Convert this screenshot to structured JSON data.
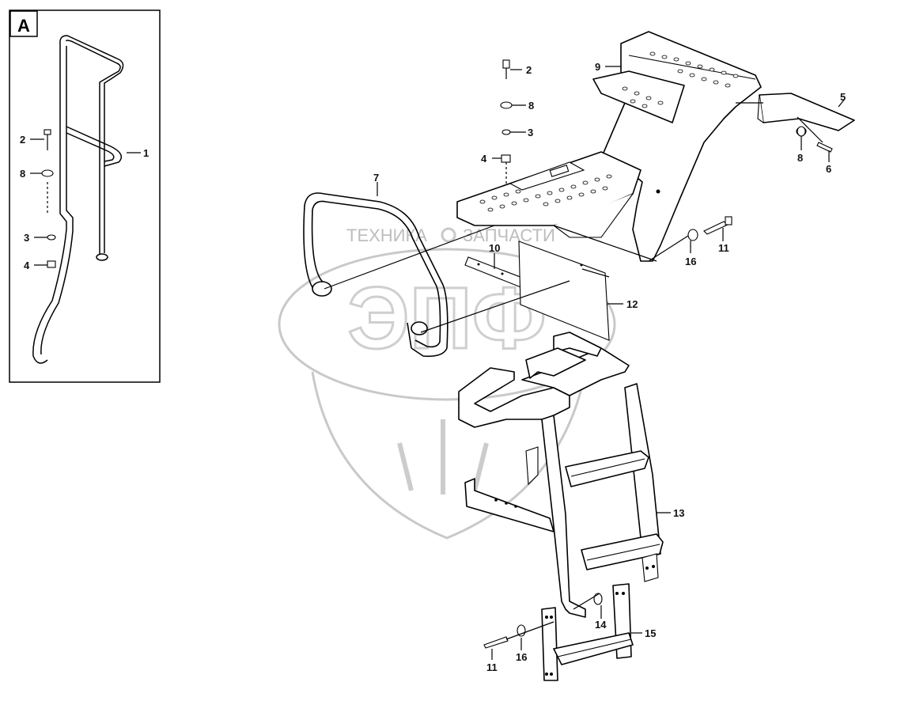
{
  "inset": {
    "letter": "A"
  },
  "watermark": {
    "text_left": "ТЕХНИКА",
    "text_right": "ЗАПЧАСТИ",
    "logo": "ЭПФ"
  },
  "callouts": [
    {
      "id": "c-1",
      "text": "1"
    },
    {
      "id": "c-2a",
      "text": "2"
    },
    {
      "id": "c-8a",
      "text": "8"
    },
    {
      "id": "c-3a",
      "text": "3"
    },
    {
      "id": "c-4a",
      "text": "4"
    },
    {
      "id": "c-2",
      "text": "2"
    },
    {
      "id": "c-8",
      "text": "8"
    },
    {
      "id": "c-3",
      "text": "3"
    },
    {
      "id": "c-4",
      "text": "4"
    },
    {
      "id": "c-9",
      "text": "9"
    },
    {
      "id": "c-5",
      "text": "5"
    },
    {
      "id": "c-8b",
      "text": "8"
    },
    {
      "id": "c-6",
      "text": "6"
    },
    {
      "id": "c-7",
      "text": "7"
    },
    {
      "id": "c-11",
      "text": "11"
    },
    {
      "id": "c-16",
      "text": "16"
    },
    {
      "id": "c-10",
      "text": "10"
    },
    {
      "id": "c-12",
      "text": "12"
    },
    {
      "id": "c-13",
      "text": "13"
    },
    {
      "id": "c-14",
      "text": "14"
    },
    {
      "id": "c-15",
      "text": "15"
    },
    {
      "id": "c-16b",
      "text": "16"
    },
    {
      "id": "c-11b",
      "text": "11"
    }
  ]
}
